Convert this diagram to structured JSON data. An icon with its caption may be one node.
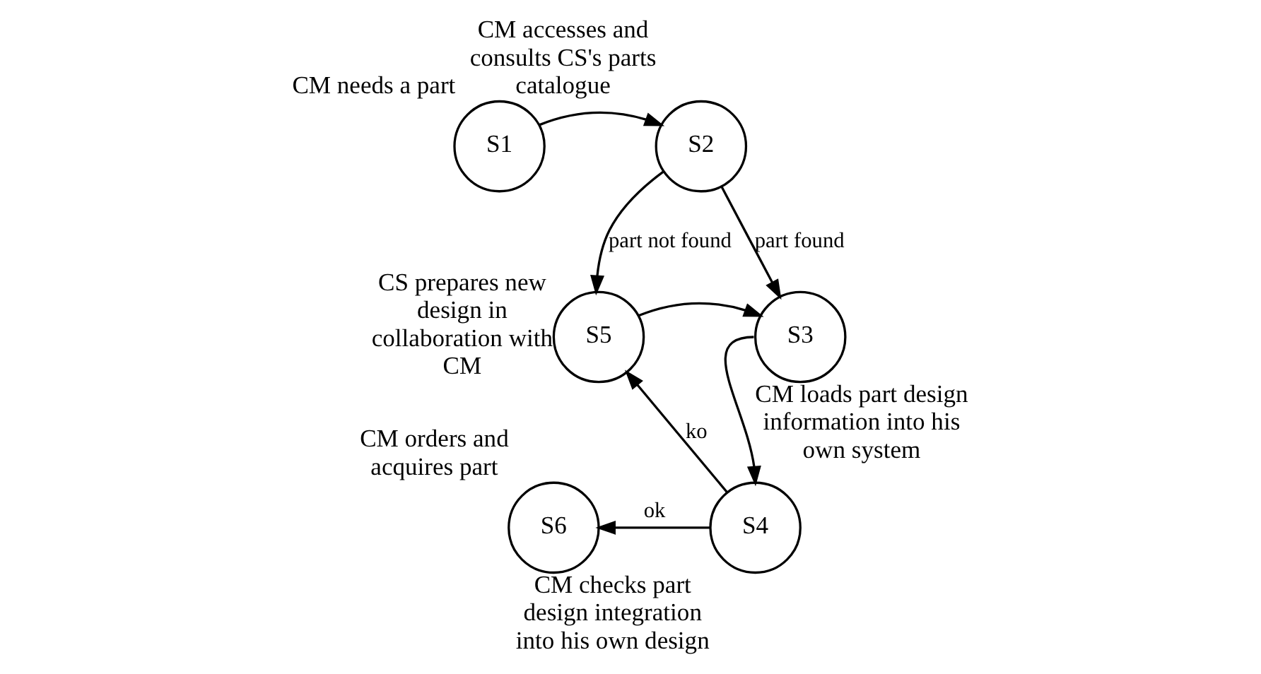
{
  "diagram": {
    "nodes": [
      {
        "text": [
          "S1"
        ],
        "beside": [
          "CM needs a part"
        ]
      },
      {
        "text": [
          "S2"
        ],
        "beside": [
          "CM accesses and consults CS's parts catalogue"
        ]
      },
      {
        "text": [
          "S5"
        ],
        "beside": [
          "CS prepares new design in collaboration with CM"
        ]
      },
      {
        "text": [
          "S3"
        ],
        "beside": [
          "CM loads part design information into his own system"
        ]
      },
      {
        "text": [
          "S6"
        ],
        "beside": [
          "CM orders and acquires part"
        ]
      },
      {
        "text": [
          "S4"
        ],
        "beside": [
          "CM checks part design integration into his own design"
        ]
      }
    ],
    "edges": [
      {
        "from": 0,
        "to": 1,
        "arrow": "to"
      },
      {
        "from": 1,
        "to": 2,
        "arrow": "to",
        "label": "part not found"
      },
      {
        "from": 1,
        "to": 3,
        "arrow": "to",
        "label": "part found"
      },
      {
        "from": 2,
        "to": 3,
        "arrow": "to"
      },
      {
        "from": 3,
        "to": 5,
        "arrow": "to"
      },
      {
        "from": 5,
        "to": 2,
        "arrow": "to",
        "label": "ko"
      },
      {
        "from": 5,
        "to": 4,
        "arrow": "to",
        "label": "ok"
      }
    ]
  }
}
